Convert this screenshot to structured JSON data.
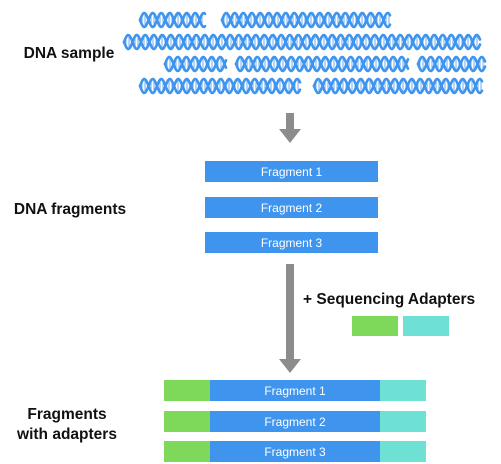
{
  "labels": {
    "dna_sample": "DNA sample",
    "dna_fragments": "DNA fragments",
    "fragments_with_adapters_line1": "Fragments",
    "fragments_with_adapters_line2": "with adapters",
    "sequencing_adapters": "+ Sequencing Adapters"
  },
  "fragments": [
    "Fragment 1",
    "Fragment 2",
    "Fragment 3"
  ],
  "adapted_fragments": [
    "Fragment 1",
    "Fragment 2",
    "Fragment 3"
  ],
  "colors": {
    "dna_helix": "#3f94ee",
    "fragment": "#3f94ee",
    "adapter_left": "#7ed85a",
    "adapter_right": "#6fe0d4",
    "arrow": "#8c8c8c"
  },
  "icons": {
    "dna_sample": "dna-helix-icon"
  }
}
